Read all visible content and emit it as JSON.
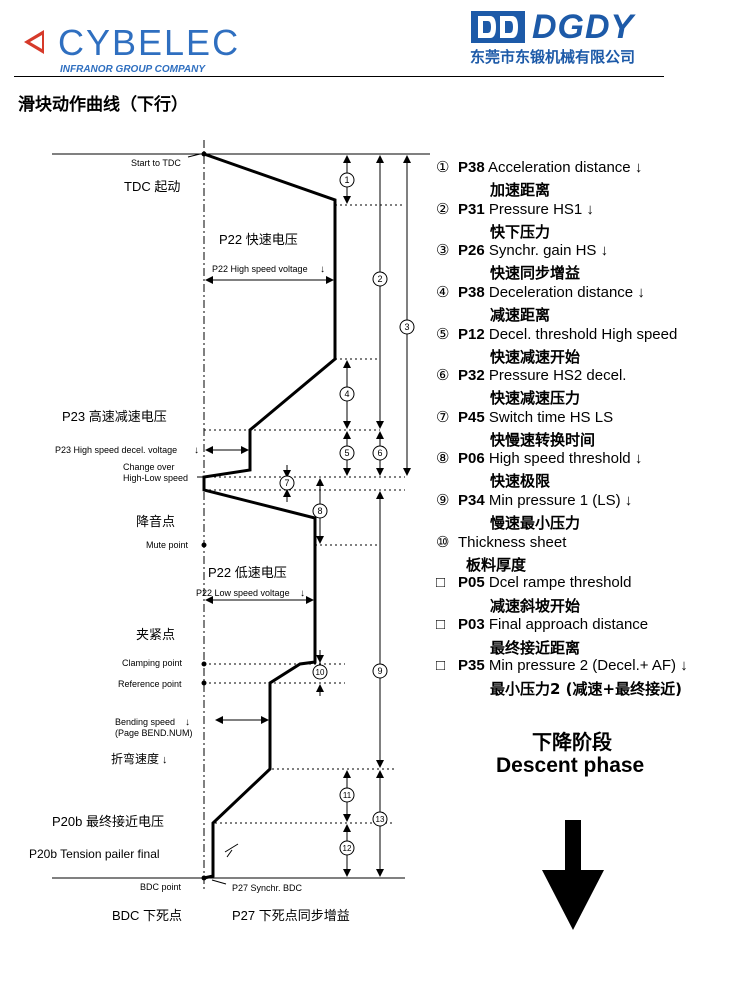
{
  "header": {
    "cybelec_logo": "CYBELEC",
    "cybelec_subtitle": "INFRANOR GROUP COMPANY",
    "dgdy_logo": "DGDY",
    "dgdy_company": "东莞市东锻机械有限公司"
  },
  "page_title": "滑块动作曲线（下行）",
  "diagram": {
    "start_to_tdc": "Start to TDC",
    "tdc_cn": "TDC 起动",
    "p22_cn": "P22  快速电压",
    "p22_hs_voltage": "P22 High speed voltage",
    "p23_cn": "P23  高速减速电压",
    "p23_decel_voltage": "P23 High speed decel. voltage",
    "change_over": "Change over",
    "high_low_speed": "High-Low speed",
    "mute_cn": "降音点",
    "mute_point": "Mute point",
    "p22_low_cn": "P22  低速电压",
    "p22_low_voltage": "P22 Low speed voltage",
    "clamp_cn": "夹紧点",
    "clamping_point": "Clamping point",
    "reference_point": "Reference point",
    "bending_speed": "Bending speed",
    "page_bend": "(Page BEND.NUM)",
    "bend_speed_cn": "折弯速度",
    "p20b_cn": "P20b  最终接近电压",
    "p20b_tension": "P20b Tension pailer final",
    "bdc_point": "BDC point",
    "p27_synchr": "P27 Synchr. BDC",
    "bdc_cn": "BDC 下死点",
    "p27_cn": "P27  下死点同步增益",
    "markers": [
      "1",
      "2",
      "3",
      "4",
      "5",
      "6",
      "7",
      "8",
      "9",
      "10",
      "11",
      "12",
      "13"
    ]
  },
  "legend": [
    {
      "num": "①",
      "code": "P38",
      "text": "Acceleration distance",
      "arrow": "↓",
      "cn": "加速距离"
    },
    {
      "num": "②",
      "code": "P31",
      "text": "Pressure HS1",
      "arrow": "↓",
      "cn": "快下压力"
    },
    {
      "num": "③",
      "code": "P26",
      "text": "Synchr. gain HS",
      "arrow": "↓",
      "cn": "快速同步增益"
    },
    {
      "num": "④",
      "code": "P38",
      "text": "Deceleration distance",
      "arrow": "↓",
      "cn": "减速距离"
    },
    {
      "num": "⑤",
      "code": "P12",
      "text": "Decel. threshold High speed",
      "arrow": "",
      "cn": "快速减速开始"
    },
    {
      "num": "⑥",
      "code": "P32",
      "text": "Pressure HS2 decel.",
      "arrow": "",
      "cn": "快速减速压力"
    },
    {
      "num": "⑦",
      "code": "P45",
      "text": "Switch time HS LS",
      "arrow": "",
      "cn": "快慢速转换时间"
    },
    {
      "num": "⑧",
      "code": "P06",
      "text": "High speed threshold",
      "arrow": "↓",
      "cn": "快速极限"
    },
    {
      "num": "⑨",
      "code": "P34",
      "text": "Min pressure 1 (LS)",
      "arrow": "↓",
      "cn": "慢速最小压力"
    },
    {
      "num": "⑩",
      "code": "",
      "text": "Thickness sheet",
      "arrow": "",
      "cn": "板料厚度"
    },
    {
      "num": "□",
      "code": "P05",
      "text": "Dcel rampe threshold",
      "arrow": "",
      "cn": "减速斜坡开始"
    },
    {
      "num": "□",
      "code": "P03",
      "text": "Final approach distance",
      "arrow": "",
      "cn": "最终接近距离"
    },
    {
      "num": "□",
      "code": "P35",
      "text": "Min pressure 2 (Decel.+ AF)",
      "arrow": "↓",
      "cn": "最小压力2 (减速+最终接近)"
    }
  ],
  "phase": {
    "cn": "下降阶段",
    "en": "Descent phase"
  },
  "colors": {
    "cybelec_blue": "#2f6fc0",
    "cybelec_red": "#d63a2a",
    "dgdy_blue": "#1d5aa8"
  }
}
